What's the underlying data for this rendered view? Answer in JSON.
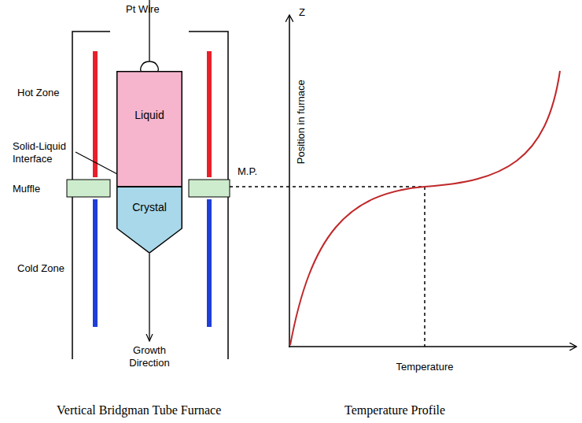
{
  "diagram": {
    "nodes": [
      {
        "text": [
          "Liquid"
        ]
      },
      {
        "text": [
          "Crystal"
        ]
      }
    ],
    "edges": [],
    "labels": [
      "Pt Wire",
      "Hot Zone",
      "Solid-Liquid Interface",
      "Muffle",
      "Cold Zone",
      "Growth Direction",
      "Z",
      "Position in furnace",
      "M.P.",
      "Temperature",
      "Vertical Bridgman Tube Furnace",
      "Temperature Profile"
    ]
  }
}
